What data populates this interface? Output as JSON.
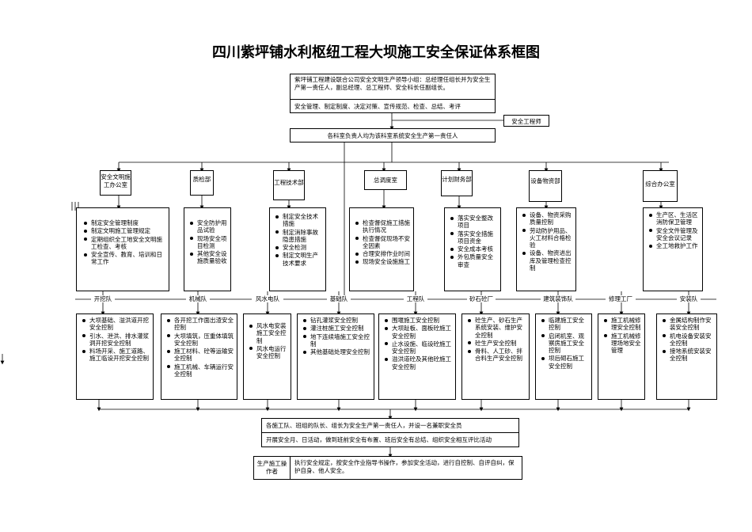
{
  "title": "四川紫坪铺水利枢纽工程大坝施工安全保证体系框图",
  "top_box": {
    "leader_text": "紫坪铺工程建设联合公司安全文明生产领导小组：总经理任组长并为安全生产第一责任人，副总经理、总工程师、安全科长任副组长。",
    "duties_text": "安全管理、制定制度、决定对策、宣传规范、检查、总结、考评"
  },
  "safety_engineer": "安全工程师",
  "dept_heads": "各科室负责人均为该科室系统安全生产第一责任人",
  "departments": [
    {
      "name": "安全文明施工办公室",
      "duties": [
        "制定安全管理制度",
        "制定文明施工管理规定",
        "定期组织全工地安全文明施工检查、考核",
        "安全宣传、教育、培训和日常工作"
      ]
    },
    {
      "name": "质检部",
      "duties": [
        "安全防护用品试验",
        "现场安全项目检测",
        "其他安全设施质量验收"
      ]
    },
    {
      "name": "工程技术部",
      "duties": [
        "制定安全技术措施",
        "制定消除事故隐患措施",
        "安全检测",
        "制定文明生产技术要求"
      ]
    },
    {
      "name": "总调度室",
      "duties": [
        "检查督促施工措施执行情况",
        "检查督促现场不安全因素",
        "合理安排作业时间",
        "现场安全设施施工"
      ]
    },
    {
      "name": "计划财务部",
      "duties": [
        "落实安全整改项目",
        "落实安全措施项目资金",
        "安全成本考核",
        "外包质量安全审查"
      ]
    },
    {
      "name": "设备物资部",
      "duties": [
        "设备、物资采购质量控制",
        "劳动防护用品、火工材料合格检验",
        "设备、物资进出库及管理检查控制"
      ]
    },
    {
      "name": "综合办公室",
      "duties": [
        "生产区、生活区消防保卫管理",
        "安全文件管理及安全会议记录",
        "全工地救护工作"
      ]
    }
  ],
  "teams": [
    {
      "name": "开挖队",
      "duties": [
        "大坝基础、溢洪道开挖安全控制",
        "引水、泄洪、排水灌浆洞开挖安全控制",
        "料场开采、施工道路、施工临设开挖安全控制"
      ]
    },
    {
      "name": "机械队",
      "duties": [
        "各开挖工作面出渣安全控制",
        "大坝填筑，压重体填筑安全控制",
        "施工材料、砼等运输安全控制",
        "施工机械、车辆运行安全控制"
      ]
    },
    {
      "name": "风水电队",
      "duties": [
        "风水电安装施工安全控制",
        "风水电运行安全控制"
      ]
    },
    {
      "name": "基础队",
      "duties": [
        "钻孔灌浆安全控制",
        "灌注桩施工安全控制",
        "地下连续墙施工安全控制",
        "其他基础处理安全控制"
      ]
    },
    {
      "name": "工程队",
      "duties": [
        "围堰施工安全控制",
        "大坝趾板、面板砼施工安全控制",
        "止水设施、临设砼施工安全控制",
        "溢洪道砼及其他砼施工安全控制"
      ]
    },
    {
      "name": "砂石砼厂",
      "duties": [
        "砼生产、砂石生产系统安装、维护安全控制",
        "砼生产安全控制",
        "骨料、人工砂、拌合料生产安全控制"
      ]
    },
    {
      "name": "建筑装饰队",
      "duties": [
        "临建施工安全控制",
        "启闭机室、观察房施工安全控制",
        "坝后砌石施工安全控制"
      ]
    },
    {
      "name": "修理工厂",
      "duties": [
        "施工机械修理安全控制",
        "施工机械修理场地安全管理"
      ]
    },
    {
      "name": "安装队",
      "duties": [
        "金属结构制作安装安全控制",
        "机电设备安装安全控制",
        "接地系统安装安全控制"
      ]
    }
  ],
  "bottom_box": {
    "line1": "各施工队、班组的队长、组长为安全生产第一责任人，并设一名兼职安全员",
    "line2": "开展安全月、日活动，做到班前安全有布置、班后安全有总结、组织安全相互评比活动"
  },
  "operator": {
    "label": "生产施工操作者",
    "text": "执行安全规定，按安全作业指导书操作，参加安全活动，进行自控制、自评自纠，保护自身、他人安全。"
  }
}
